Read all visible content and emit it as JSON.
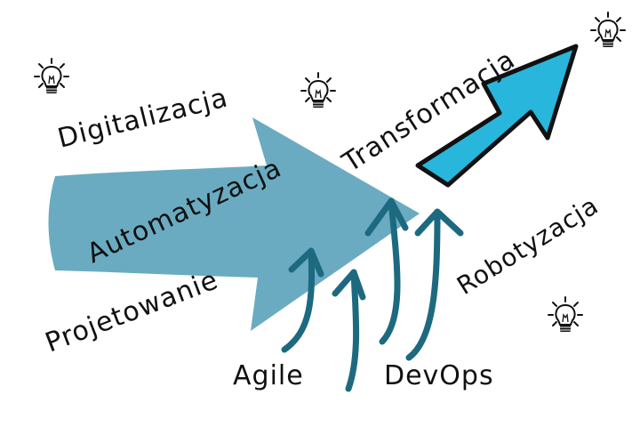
{
  "labels": {
    "digitalizacja": "Digitalizacja",
    "automatyzacja": "Automatyzacja",
    "projetowanie": "Projetowanie",
    "transformacja": "Transformacja",
    "robotyzacja": "Robotyzacja",
    "agile": "Agile",
    "devops": "DevOps"
  },
  "colors": {
    "big_arrow": "#6aabc1",
    "small_arrow": "#29b6dc",
    "curved_arrows": "#1d6a80",
    "ink": "#111111"
  },
  "icons": [
    "lightbulb-icon",
    "lightbulb-icon",
    "lightbulb-icon",
    "lightbulb-icon"
  ]
}
